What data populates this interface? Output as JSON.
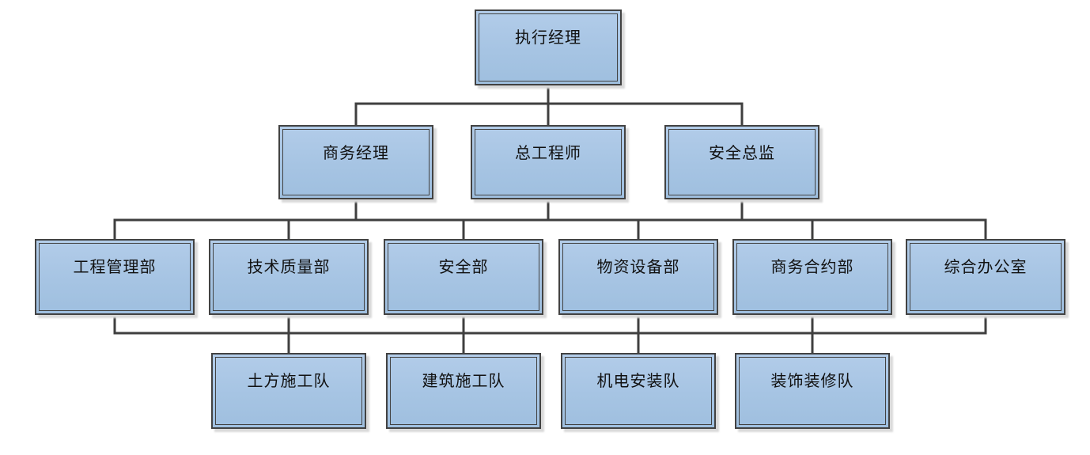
{
  "diagram": {
    "type": "org-chart",
    "levels": [
      {
        "name": "level-1-executive",
        "items": [
          {
            "label": "执行经理"
          }
        ]
      },
      {
        "name": "level-2-managers",
        "items": [
          {
            "label": "商务经理"
          },
          {
            "label": "总工程师"
          },
          {
            "label": "安全总监"
          }
        ]
      },
      {
        "name": "level-3-departments",
        "items": [
          {
            "label": "工程管理部"
          },
          {
            "label": "技术质量部"
          },
          {
            "label": "安全部"
          },
          {
            "label": "物资设备部"
          },
          {
            "label": "商务合约部"
          },
          {
            "label": "综合办公室"
          }
        ]
      },
      {
        "name": "level-4-teams",
        "items": [
          {
            "label": "土方施工队"
          },
          {
            "label": "建筑施工队"
          },
          {
            "label": "机电安装队"
          },
          {
            "label": "装饰装修队"
          }
        ]
      }
    ],
    "edges": [
      {
        "from": "执行经理",
        "to": "商务经理"
      },
      {
        "from": "执行经理",
        "to": "总工程师"
      },
      {
        "from": "执行经理",
        "to": "安全总监"
      },
      {
        "from": "商务经理,总工程师,安全总监",
        "to": "工程管理部"
      },
      {
        "from": "商务经理,总工程师,安全总监",
        "to": "技术质量部"
      },
      {
        "from": "商务经理,总工程师,安全总监",
        "to": "安全部"
      },
      {
        "from": "商务经理,总工程师,安全总监",
        "to": "物资设备部"
      },
      {
        "from": "商务经理,总工程师,安全总监",
        "to": "商务合约部"
      },
      {
        "from": "商务经理,总工程师,安全总监",
        "to": "综合办公室"
      },
      {
        "from": "工程管理部,技术质量部,安全部,物资设备部,商务合约部,综合办公室",
        "to": "土方施工队"
      },
      {
        "from": "工程管理部,技术质量部,安全部,物资设备部,商务合约部,综合办公室",
        "to": "建筑施工队"
      },
      {
        "from": "工程管理部,技术质量部,安全部,物资设备部,商务合约部,综合办公室",
        "to": "机电安装队"
      },
      {
        "from": "工程管理部,技术质量部,安全部,物资设备部,商务合约部,综合办公室",
        "to": "装饰装修队"
      }
    ],
    "colors": {
      "box_fill_top": "#b2cce9",
      "box_fill_bottom": "#9fbfdf",
      "box_border": "#424242",
      "connector": "#3f3f3f",
      "shadow": "#d9d9d9",
      "text": "#111111",
      "background": "#ffffff"
    }
  }
}
